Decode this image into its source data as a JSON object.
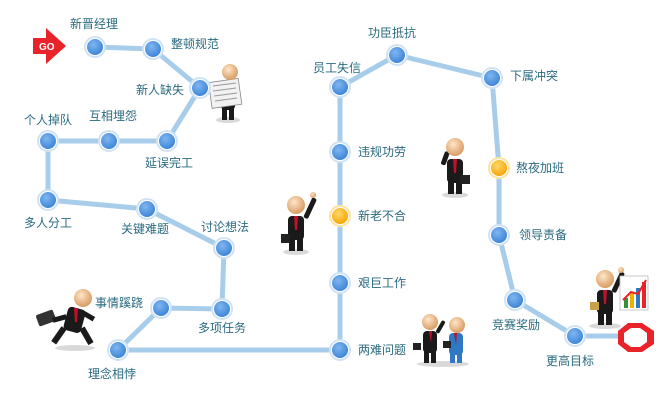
{
  "start_marker": {
    "label": "GO",
    "icon": "go-arrow-icon",
    "color": "#e8242a"
  },
  "end_marker": {
    "icon": "stop-octagon-icon",
    "color": "#e8242a"
  },
  "colors": {
    "path": "#a8cdea",
    "node": "#4a90e2",
    "node_ring": "#cfe2f6",
    "highlight": "#ffb400",
    "text": "#2a6b80"
  },
  "nodes": [
    {
      "label": "新晋经理",
      "highlight": false
    },
    {
      "label": "整顿规范",
      "highlight": false
    },
    {
      "label": "新人缺失",
      "highlight": false
    },
    {
      "label": "互相埋怨",
      "highlight": false
    },
    {
      "label": "个人掉队",
      "highlight": false
    },
    {
      "label": "延误完工",
      "highlight": false
    },
    {
      "label": "多人分工",
      "highlight": false
    },
    {
      "label": "关键难题",
      "highlight": false
    },
    {
      "label": "讨论想法",
      "highlight": false
    },
    {
      "label": "多项任务",
      "highlight": false
    },
    {
      "label": "事情蹊跷",
      "highlight": false
    },
    {
      "label": "理念相悖",
      "highlight": false
    },
    {
      "label": "两难问题",
      "highlight": false
    },
    {
      "label": "艰巨工作",
      "highlight": false
    },
    {
      "label": "新老不合",
      "highlight": true
    },
    {
      "label": "违规功劳",
      "highlight": false
    },
    {
      "label": "员工失信",
      "highlight": false
    },
    {
      "label": "功臣抵抗",
      "highlight": false
    },
    {
      "label": "下属冲突",
      "highlight": false
    },
    {
      "label": "熬夜加班",
      "highlight": true
    },
    {
      "label": "领导责备",
      "highlight": false
    },
    {
      "label": "竞赛奖励",
      "highlight": false
    },
    {
      "label": "更高目标",
      "highlight": false
    }
  ],
  "figures": [
    {
      "icon": "businessman-reading-newspaper-icon"
    },
    {
      "icon": "businessman-thinking-icon"
    },
    {
      "icon": "businessman-raising-hand-icon"
    },
    {
      "icon": "businessman-running-with-briefcase-icon"
    },
    {
      "icon": "two-businessmen-arguing-icon"
    },
    {
      "icon": "businessman-with-growth-chart-icon"
    }
  ]
}
